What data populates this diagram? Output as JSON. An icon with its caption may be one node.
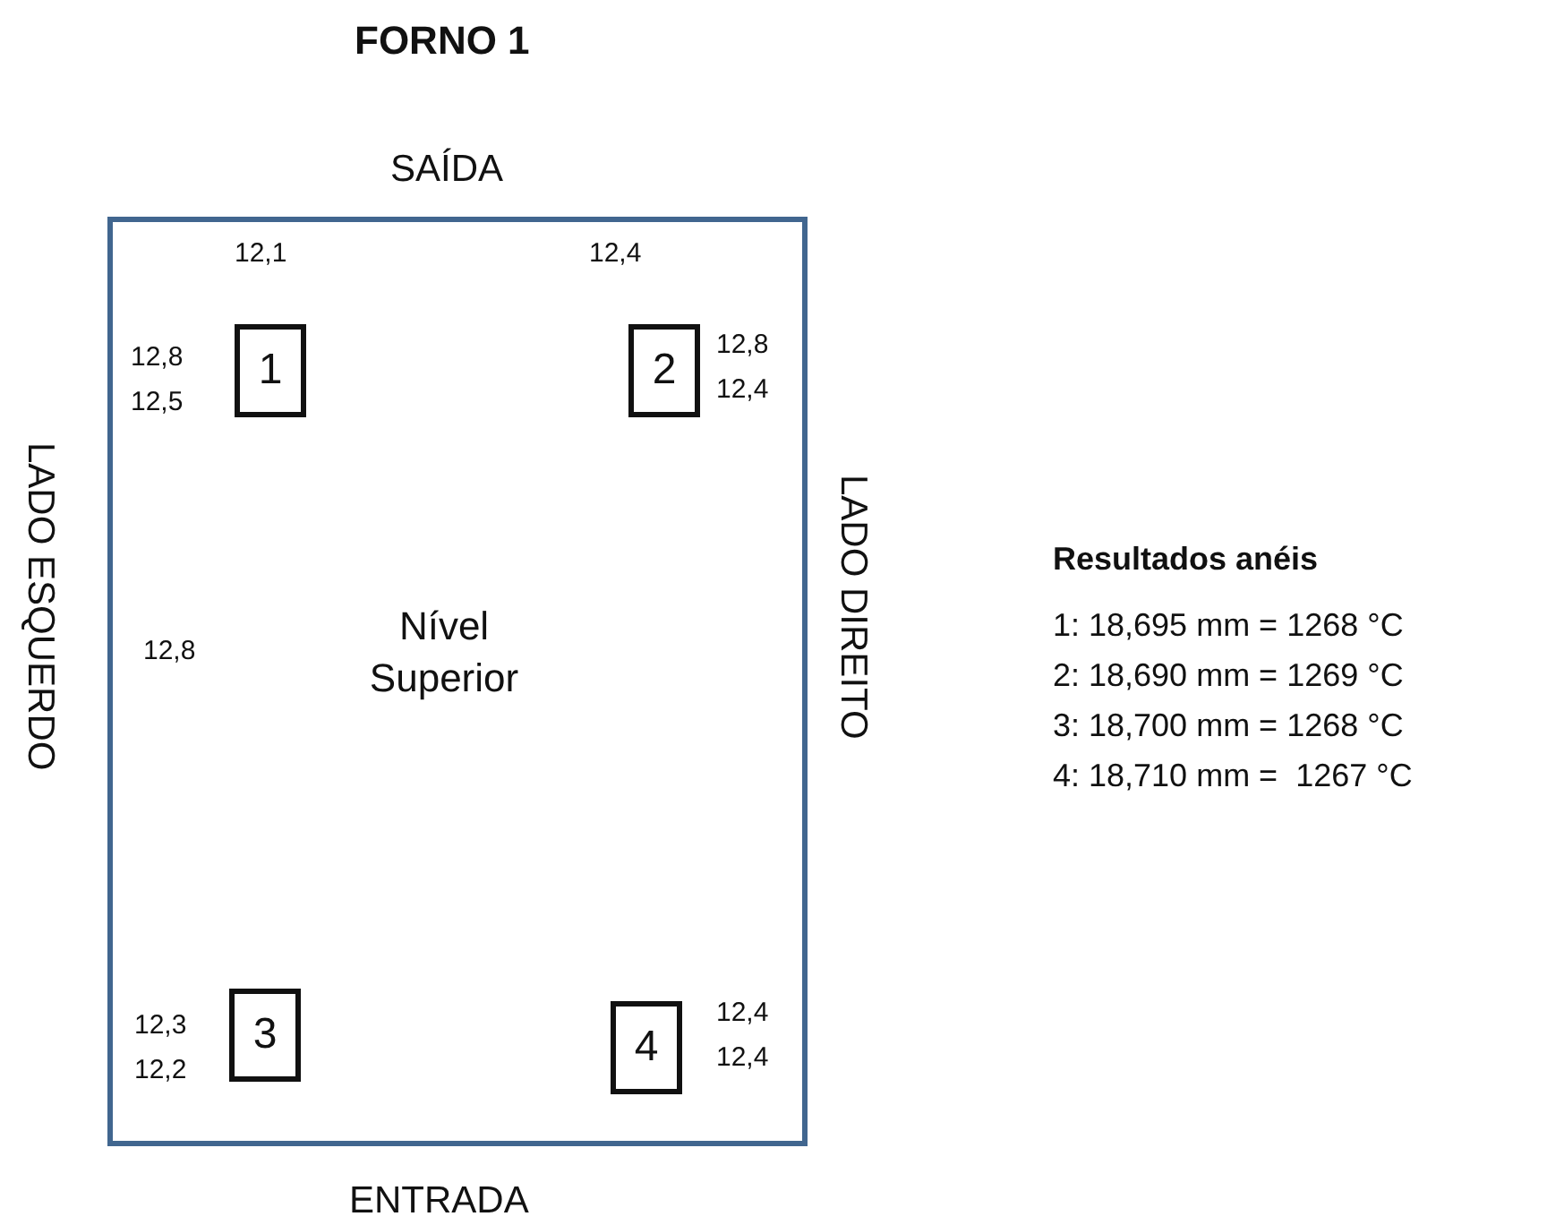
{
  "diagram": {
    "title": "FORNO 1",
    "nodes": [
      {
        "text": [
          "Nível Superior"
        ]
      },
      {
        "text": [
          "1"
        ],
        "in": 0
      },
      {
        "text": [
          "2"
        ],
        "in": 0
      },
      {
        "text": [
          "3"
        ],
        "in": 0
      },
      {
        "text": [
          "4"
        ],
        "in": 0
      }
    ],
    "labels": [
      "SAÍDA",
      "12,1",
      "12,4",
      "12,8",
      "12,5",
      "12,8",
      "12,4",
      "LADO ESQUERDO",
      "LADO DIREITO",
      "Resultados anéis",
      "1: 18,695 mm = 1268 °C",
      "2: 18,690 mm = 1269 °C",
      "3: 18,700 mm = 1268 °C",
      "4: 18,710 mm =  1267 °C",
      "12,8",
      "12,3",
      "12,2",
      "12,4",
      "12,4",
      "ENTRADA"
    ]
  }
}
